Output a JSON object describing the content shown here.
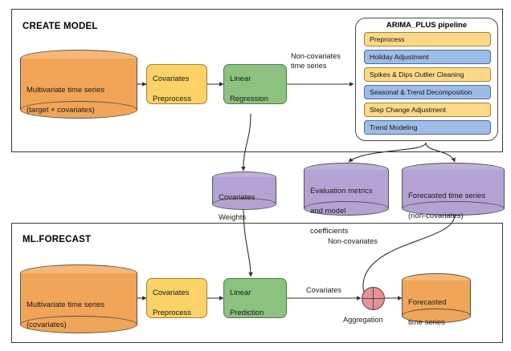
{
  "diagram": {
    "sections": [
      {
        "id": "create-model",
        "title": "CREATE MODEL"
      },
      {
        "id": "ml-forecast",
        "title": "ML.FORECAST"
      }
    ],
    "create_model": {
      "input_store": {
        "line1": "Multivariate time series",
        "line2": "(target + covariates)",
        "color": "#f0a558"
      },
      "preprocess_box": {
        "line1": "Covariates",
        "line2": "Preprocess",
        "color": "#fbd268"
      },
      "regression_box": {
        "line1": "Linear",
        "line2": "Regression",
        "color": "#8cc17f"
      },
      "edge_label_non_covariates": "Non-covariates\ntime series"
    },
    "arima_pipeline": {
      "title": "ARIMA_PLUS pipeline",
      "steps": [
        {
          "label": "Preprocess",
          "tone": "warm",
          "color": "#fcd988"
        },
        {
          "label": "Holiday Adjustment",
          "tone": "cool",
          "color": "#9dbce6"
        },
        {
          "label": "Spikes & Dips Outlier Cleaning",
          "tone": "warm",
          "color": "#fcd988"
        },
        {
          "label": "Seasonal & Trend Decomposition",
          "tone": "cool",
          "color": "#9dbce6"
        },
        {
          "label": "Step Change Adjustment",
          "tone": "warm",
          "color": "#fcd988"
        },
        {
          "label": "Trend Modeling",
          "tone": "cool",
          "color": "#9dbce6"
        }
      ]
    },
    "artifacts": [
      {
        "id": "covariates-weights",
        "line1": "Covariates",
        "line2": "Weights",
        "color": "#b3a2d4"
      },
      {
        "id": "evaluation-metrics",
        "line1": "Evaluation metrics",
        "line2": "and model",
        "line3": "coefficients",
        "color": "#b3a2d4"
      },
      {
        "id": "forecasted-non-covariates",
        "line1": "Forecasted time series",
        "line2": "(non-covariates)",
        "color": "#b3a2d4"
      }
    ],
    "ml_forecast": {
      "input_store": {
        "line1": "Multivariate time series",
        "line2": "(covariates)",
        "color": "#f0a558"
      },
      "preprocess_box": {
        "line1": "Covariates",
        "line2": "Preprocess",
        "color": "#fbd268"
      },
      "prediction_box": {
        "line1": "Linear",
        "line2": "Prediction",
        "color": "#8cc17f"
      },
      "edge_label_covariates": "Covariates",
      "edge_label_non_covariates": "Non-covariates",
      "aggregation_label": "Aggregation",
      "aggregation_color": "#e8909a",
      "output_store": {
        "line1": "Forecasted",
        "line2": "time series",
        "color": "#f0a558"
      }
    },
    "stroke_color": "#3a3a3a"
  }
}
